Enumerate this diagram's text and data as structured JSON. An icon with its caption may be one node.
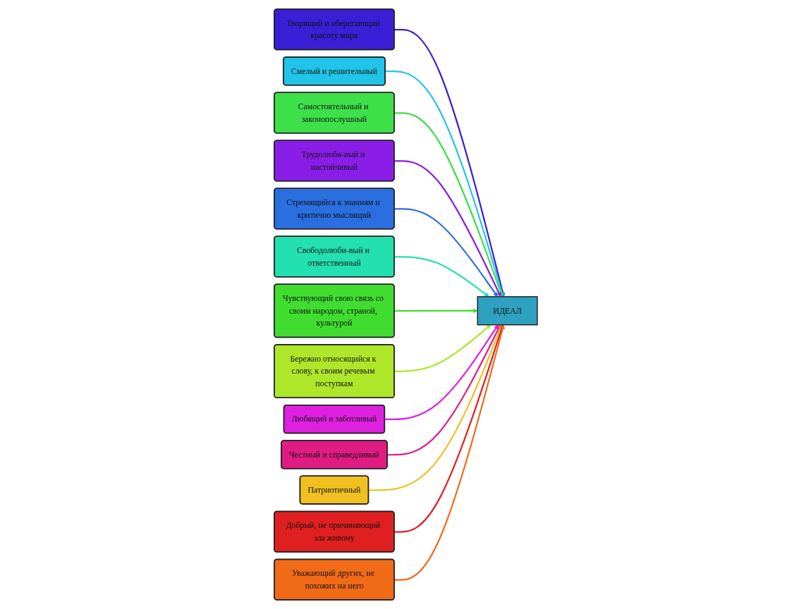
{
  "diagram": {
    "nodes": [
      {
        "text": [
          "Творящий и оберегающий красоту мира"
        ]
      },
      {
        "text": [
          "Смелый и решительный"
        ]
      },
      {
        "text": [
          "Самостоятельный и законопослушный"
        ]
      },
      {
        "text": [
          "Трудолюби-вый и настойчивый"
        ]
      },
      {
        "text": [
          "Стремящийся к знаниям и критично мыслящий"
        ]
      },
      {
        "text": [
          "Свободолюби-вый и ответственный"
        ]
      },
      {
        "text": [
          "Чувствующий свою связь со своим народом, страной, культурой"
        ]
      },
      {
        "text": [
          "Бережно относящийся к слову, к своим речевым поступкам"
        ]
      },
      {
        "text": [
          "Любящий и заботливый"
        ]
      },
      {
        "text": [
          "Честный и справедливый"
        ]
      },
      {
        "text": [
          "Патриотичный"
        ]
      },
      {
        "text": [
          "ИДЕАЛ"
        ]
      },
      {
        "text": [
          "Добрый, не причиняющий зла живому"
        ]
      },
      {
        "text": [
          "Уважающий других, не похожих на него"
        ]
      }
    ],
    "edges": [
      {
        "from": 0,
        "to": 11,
        "arrow": "to",
        "color": "#3b1fd6"
      },
      {
        "from": 1,
        "to": 11,
        "arrow": "to",
        "color": "#20c4e8"
      },
      {
        "from": 2,
        "to": 11,
        "arrow": "to",
        "color": "#3ee04a"
      },
      {
        "from": 3,
        "to": 11,
        "arrow": "to",
        "color": "#8a1ee8"
      },
      {
        "from": 4,
        "to": 11,
        "arrow": "to",
        "color": "#2a6ee0"
      },
      {
        "from": 5,
        "to": 11,
        "arrow": "to",
        "color": "#22e0b0"
      },
      {
        "from": 6,
        "to": 11,
        "arrow": "to",
        "color": "#40dd30"
      },
      {
        "from": 7,
        "to": 11,
        "arrow": "to",
        "color": "#aee62a"
      },
      {
        "from": 8,
        "to": 11,
        "arrow": "to",
        "color": "#e020e0"
      },
      {
        "from": 9,
        "to": 11,
        "arrow": "to",
        "color": "#e01c84"
      },
      {
        "from": 10,
        "to": 11,
        "arrow": "to",
        "color": "#f0c020"
      },
      {
        "from": 12,
        "to": 11,
        "arrow": "to",
        "color": "#e02020"
      },
      {
        "from": 13,
        "to": 11,
        "arrow": "to",
        "color": "#f06a18"
      }
    ]
  }
}
